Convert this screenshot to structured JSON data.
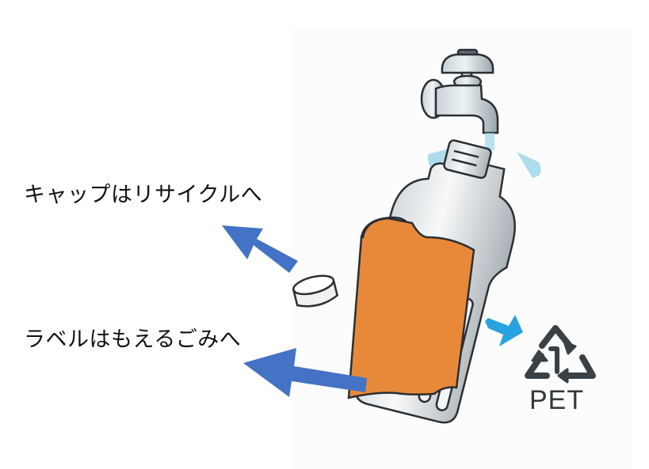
{
  "instructions": {
    "cap": "キャップはリサイクルへ",
    "label": "ラベルはもえるごみへ"
  },
  "recycle_mark": {
    "number": "1",
    "material": "PET"
  },
  "colors": {
    "arrow_dark_blue": "#4472c4",
    "arrow_light_blue": "#29a3e0",
    "label_orange": "#e8893a",
    "label_inner": "#f3c48c",
    "water": "#9fd6ea",
    "outline": "#2b2f33",
    "recycle_mark": "#3a4146"
  }
}
